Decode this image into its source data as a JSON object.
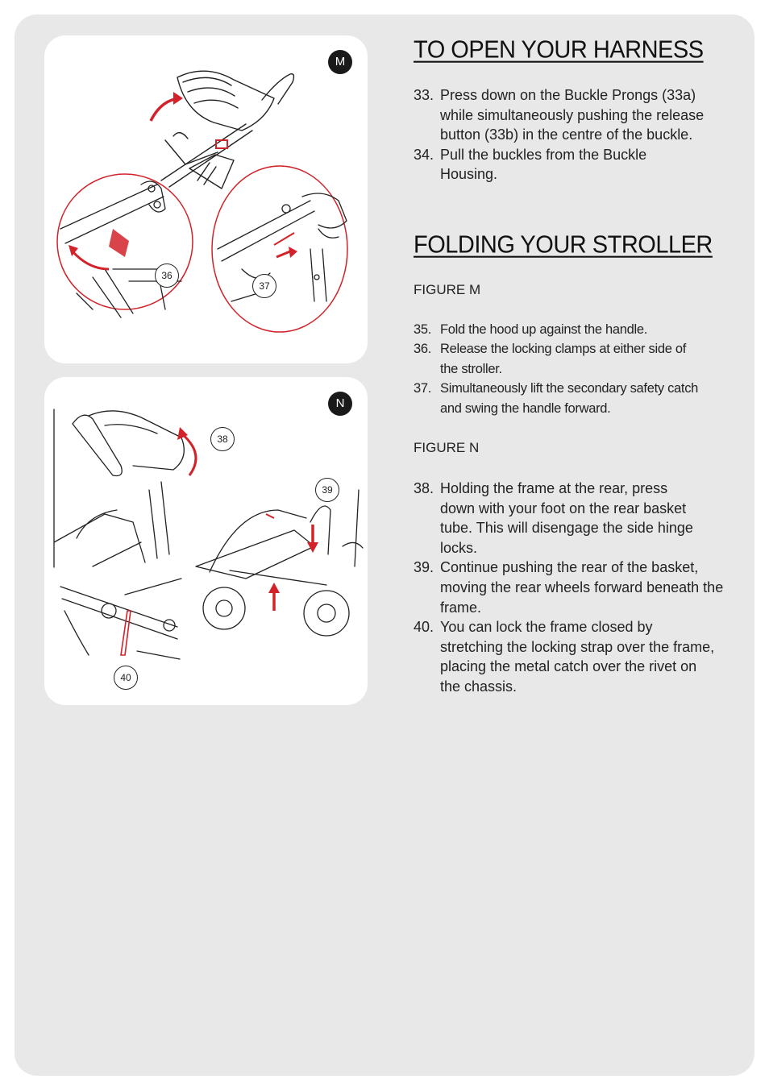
{
  "figures": {
    "m": {
      "badge": "M",
      "callouts": [
        "36",
        "37"
      ]
    },
    "n": {
      "badge": "N",
      "callouts": [
        "38",
        "39",
        "40"
      ]
    }
  },
  "harness": {
    "title": "TO OPEN YOUR HARNESS",
    "steps": [
      {
        "num": "33.",
        "text": "Press down on the Buckle Prongs (33a) while simultaneously pushing the release button (33b) in the centre of the buckle."
      },
      {
        "num": "34.",
        "text": "Pull the buckles from the Buckle Housing."
      }
    ]
  },
  "folding": {
    "title": "FOLDING YOUR STROLLER",
    "figure_m_label": "FIGURE M",
    "figure_m_steps": [
      {
        "num": "35.",
        "text": "Fold the hood up against the handle."
      },
      {
        "num": "36.",
        "text": "Release the locking clamps at either side of the stroller."
      },
      {
        "num": "37.",
        "text": "Simultaneously lift the secondary safety catch and swing the handle forward."
      }
    ],
    "figure_n_label": "FIGURE N",
    "figure_n_steps": [
      {
        "num": "38.",
        "text": "Holding the frame at the rear, press down with your foot on the rear basket tube. This will disengage the side hinge locks."
      },
      {
        "num": "39.",
        "text": "Continue pushing the rear of the basket, moving the rear wheels forward beneath the frame."
      },
      {
        "num": "40.",
        "text": "You can lock the frame closed by stretching the locking strap over the frame, placing the metal catch over the rivet on the chassis."
      }
    ]
  },
  "colors": {
    "accent_red": "#d2232a",
    "panel_bg": "#e8e8e8",
    "badge_bg": "#1a1a1a"
  }
}
